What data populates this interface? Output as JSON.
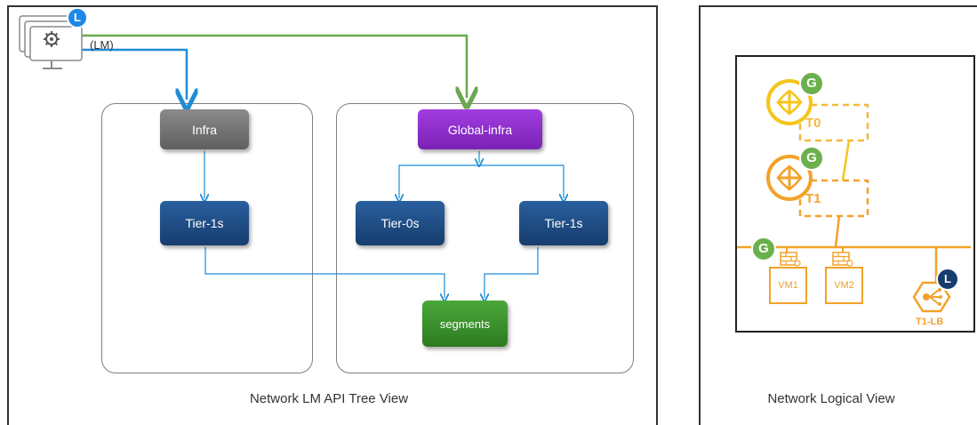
{
  "lm_label": "(LM)",
  "badges": {
    "local": "L",
    "global": "G"
  },
  "tree": {
    "caption": "Network LM API Tree View",
    "nodes": {
      "infra": "Infra",
      "global_infra": "Global-infra",
      "tier1_left": "Tier-1s",
      "tier0": "Tier-0s",
      "tier1_right": "Tier-1s",
      "segments": "segments"
    }
  },
  "logical": {
    "caption": "Network Logical View",
    "t0": "T0",
    "t1": "T1",
    "vm1": "VM1",
    "vm2": "VM2",
    "t1lb": "T1-LB"
  },
  "colors": {
    "blue_line": "#1f8dd6",
    "green_line": "#6aa84f",
    "orange": "#f2a22a",
    "yellow": "#f5c518",
    "node_blue": "#1f4e8c",
    "node_gray": "#6f6f6f",
    "node_purple": "#8b2fc9",
    "node_green": "#3d8f2a",
    "badge_blue": "#1e88e5",
    "badge_green": "#6ab04c",
    "badge_navy": "#163d6e"
  },
  "icons": [
    "monitor-icon",
    "gear-icon",
    "router-icon",
    "firewall-icon",
    "load-balancer-icon"
  ]
}
